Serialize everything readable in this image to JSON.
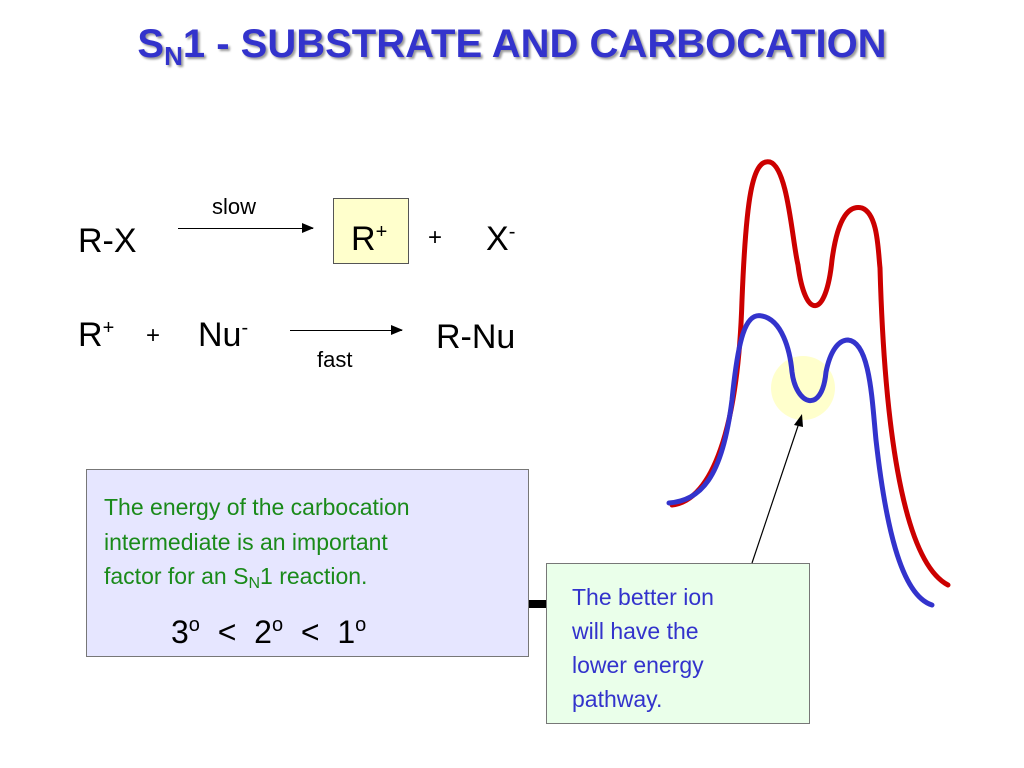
{
  "title": {
    "prefix": "S",
    "subscript": "N",
    "rest": "1  -  SUBSTRATE AND CARBOCATION"
  },
  "reaction1": {
    "reactant": "R-X",
    "arrow_label": "slow",
    "product1": "R",
    "product1_charge": "+",
    "plus": "+",
    "product2": "X",
    "product2_charge": "-"
  },
  "reaction2": {
    "reactant1": "R",
    "reactant1_charge": "+",
    "plus": "+",
    "reactant2": "Nu",
    "reactant2_charge": "-",
    "arrow_label": "fast",
    "product": "R-Nu"
  },
  "info_box": {
    "line1": "The energy of the carbocation",
    "line2": "intermediate is an important",
    "line3_prefix": "factor for  an  S",
    "line3_sub": "N",
    "line3_suffix": "1  reaction.",
    "order": [
      {
        "num": "3",
        "sup": "o"
      },
      {
        "num": "2",
        "sup": "o"
      },
      {
        "num": "1",
        "sup": "o"
      }
    ],
    "order_sep": "<"
  },
  "callout": {
    "line1": "The better ion",
    "line2": "will have the",
    "line3": "lower  energy",
    "line4": "pathway."
  },
  "colors": {
    "title": "#3333cc",
    "info_text": "#1a8a1a",
    "callout_text": "#3333cc",
    "high_energy_curve": "#cc0000",
    "low_energy_curve": "#3333cc",
    "highlight": "#ffffcc",
    "info_box_bg": "#e6e6ff",
    "callout_bg": "#eaffea",
    "carbocation_box_bg": "#ffffcc"
  }
}
